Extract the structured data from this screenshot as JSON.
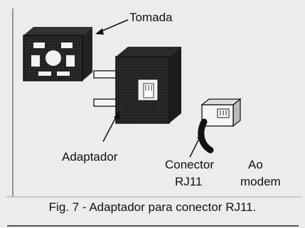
{
  "figure": {
    "labels": {
      "tomada": "Tomada",
      "adaptador": "Adaptador",
      "conector_line1": "Conector",
      "conector_line2": "RJ11",
      "ao_line1": "Ao",
      "ao_line2": "modem"
    },
    "caption": "Fig. 7 - Adaptador para conector RJ11."
  },
  "colors": {
    "background": "#ececec",
    "ink": "#111111",
    "faded_text": "#cfcfcf"
  }
}
